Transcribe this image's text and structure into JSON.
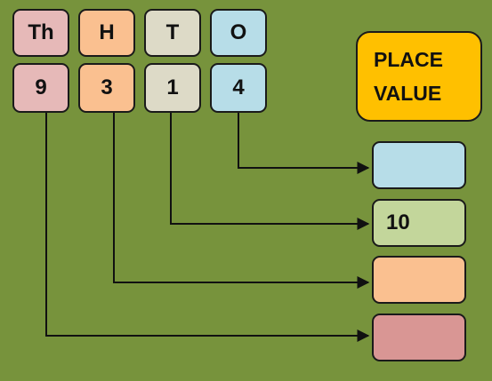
{
  "headers": {
    "th": "Th",
    "h": "H",
    "t": "T",
    "o": "O"
  },
  "digits": {
    "th": "9",
    "h": "3",
    "t": "1",
    "o": "4"
  },
  "place_value": {
    "line1": "PLACE",
    "line2": "VALUE"
  },
  "answers": {
    "o": "",
    "t": "10",
    "h": "",
    "th": ""
  },
  "colors": {
    "background": "#77933c",
    "thousands": "#e6b9b8",
    "hundreds": "#fac090",
    "tens": "#dddac7",
    "ones": "#b7dde8",
    "place_value_box": "#ffc000",
    "answer_tens": "#c3d69b",
    "answer_thousands": "#d99694"
  }
}
